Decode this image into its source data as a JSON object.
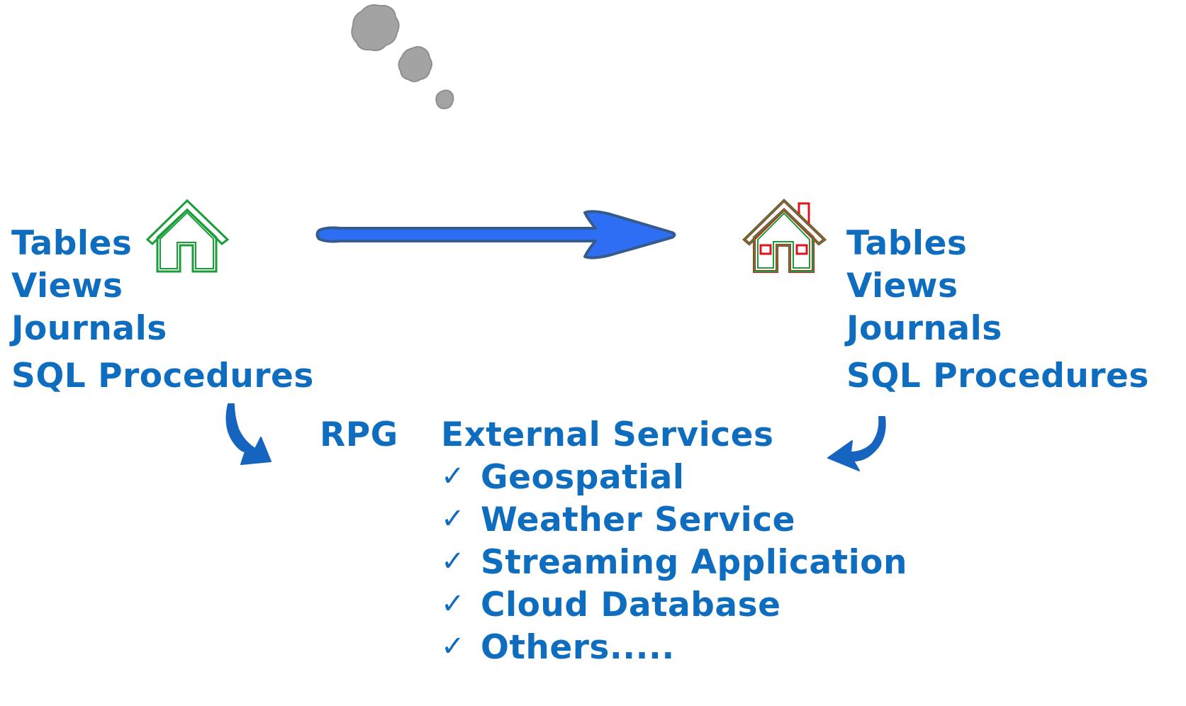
{
  "left_list": {
    "items": [
      "Tables",
      "Views",
      "Journals",
      "SQL Procedures"
    ]
  },
  "right_list": {
    "items": [
      "Tables",
      "Views",
      "Journals",
      "SQL Procedures"
    ]
  },
  "center": {
    "rpg_label": "RPG",
    "external_services_title": "External Services",
    "services": [
      "Geospatial",
      "Weather Service",
      "Streaming Application",
      "Cloud Database",
      "Others....."
    ],
    "check_glyph": "✓"
  },
  "colors": {
    "text_blue": "#0f6dbf",
    "house_green": "#1a9e3a",
    "house_red": "#e0141e",
    "arrow_blue": "#2d6ef5",
    "arrow_outline": "#355a8c",
    "smoke_gray": "#a3a3a3"
  },
  "icons": [
    "house-icon",
    "house-with-chimney-icon",
    "smoke-icon",
    "right-arrow-icon",
    "curved-arrow-icon",
    "check-icon"
  ]
}
